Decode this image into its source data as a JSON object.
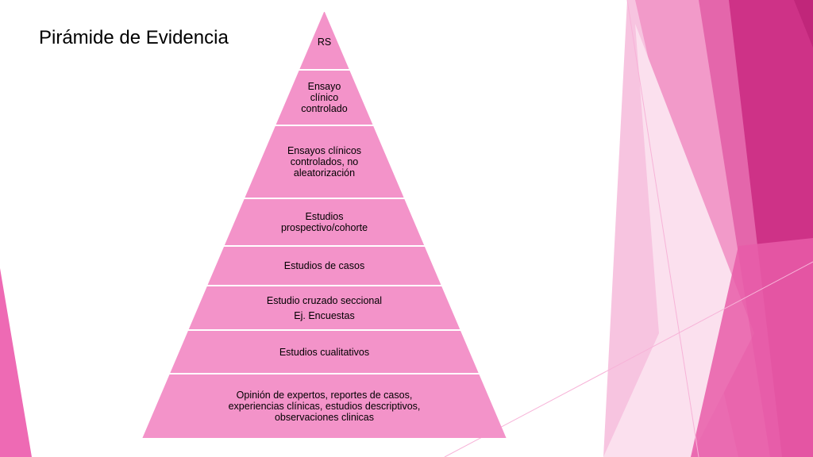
{
  "slide": {
    "title": "Pirámide de Evidencia",
    "accent_colors": {
      "tier_fill": "#f393c9",
      "tier_stroke": "#ffffff",
      "deco_light": "#f7b3d8",
      "deco_mid": "#ee6ab4",
      "deco_dark": "#c0267a"
    }
  },
  "pyramid": {
    "tiers": [
      {
        "lines": [
          "RS"
        ]
      },
      {
        "lines": [
          "Ensayo",
          "clínico",
          "controlado"
        ]
      },
      {
        "lines": [
          "Ensayos clínicos",
          "controlados, no",
          "aleatorización"
        ]
      },
      {
        "lines": [
          "Estudios",
          "prospectivo/cohorte"
        ]
      },
      {
        "lines": [
          "Estudios de casos"
        ]
      },
      {
        "lines": [
          "Estudio cruzado seccional",
          "Ej. Encuestas"
        ]
      },
      {
        "lines": [
          "Estudios cualitativos"
        ]
      },
      {
        "lines": [
          "Opinión de expertos, reportes de casos,",
          "experiencias clínicas, estudios descriptivos,",
          "observaciones clinicas"
        ]
      }
    ]
  }
}
